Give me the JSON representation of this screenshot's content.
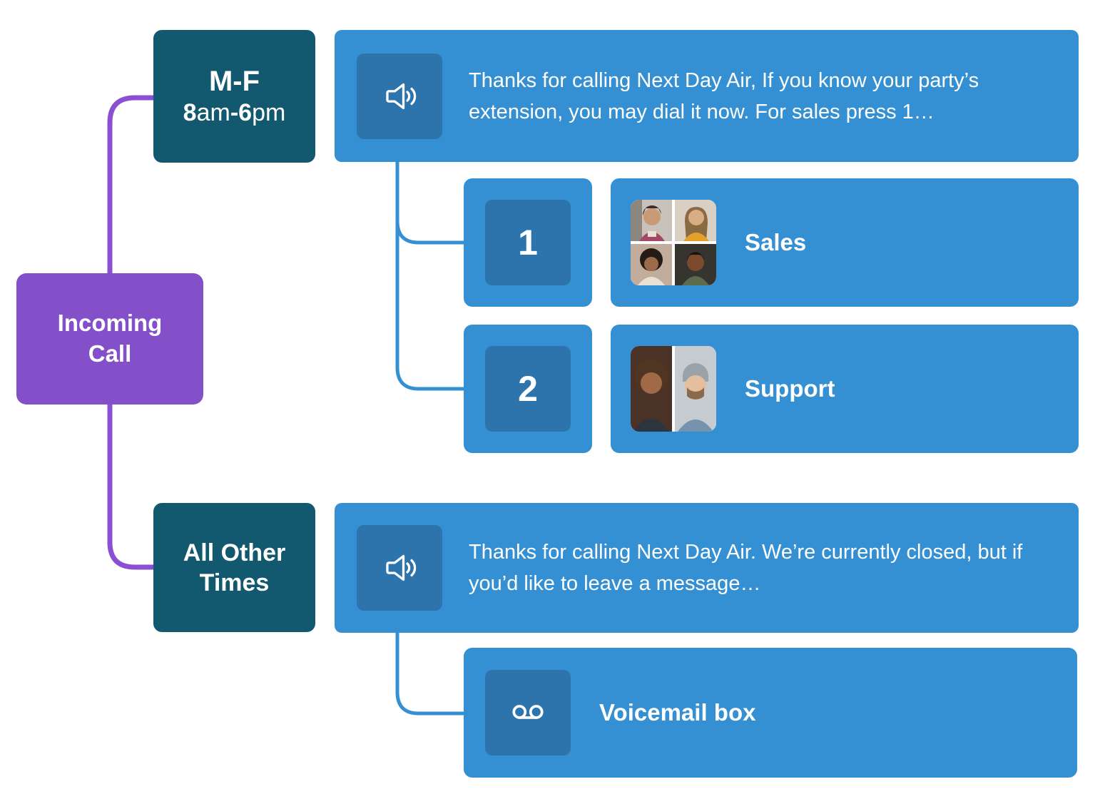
{
  "colors": {
    "blue": "#3590d3",
    "blue_dark": "#2d74ad",
    "teal": "#12586e",
    "purple": "#8450c9",
    "purple_line": "#8a4fd2",
    "text_white": "#ffffff"
  },
  "nodes": {
    "incoming_call": {
      "label": "Incoming Call"
    },
    "weekday_hours": {
      "days": "M-F",
      "start_num": "8",
      "start_suffix": "am",
      "dash": "-",
      "end_num": "6",
      "end_suffix": "pm"
    },
    "after_hours": {
      "label": "All Other Times"
    },
    "open_greeting": {
      "icon": "speaker-icon",
      "text": "Thanks for calling Next Day Air, If you know your party’s extension, you may dial it now. For sales press 1…"
    },
    "closed_greeting": {
      "icon": "speaker-icon",
      "text": "Thanks for calling Next Day Air. We’re currently closed, but if you’d like to leave a message…"
    },
    "options": [
      {
        "key": "1",
        "label": "Sales",
        "avatar": "sales-team-photo"
      },
      {
        "key": "2",
        "label": "Support",
        "avatar": "support-team-photo"
      }
    ],
    "voicemail": {
      "icon": "voicemail-icon",
      "label": "Voicemail box"
    }
  }
}
